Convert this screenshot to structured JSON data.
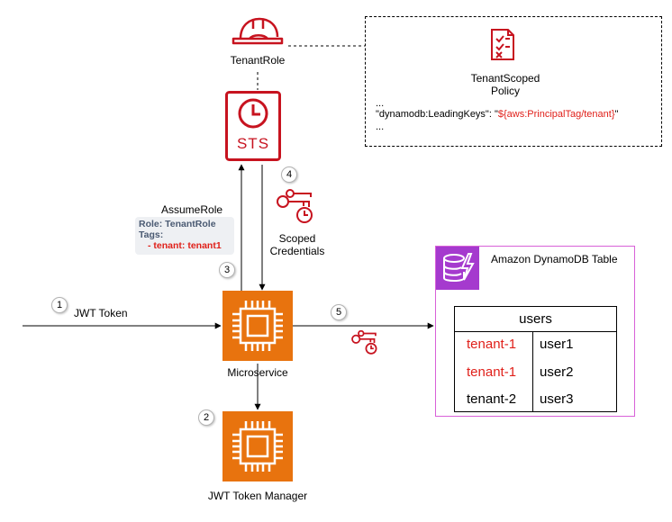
{
  "tenant_role": {
    "label": "TenantRole",
    "color": "#c7131f"
  },
  "policy": {
    "title_line1": "TenantScoped",
    "title_line2": "Policy",
    "ellipsis_top": "...",
    "key_text": "\"dynamodb:LeadingKeys\": \"",
    "value_text": "${aws:PrincipalTag/tenant}",
    "closing_quote": "\"",
    "ellipsis_bottom": "..."
  },
  "sts": {
    "label": "STS",
    "color": "#c7131f"
  },
  "assume_role": {
    "label": "AssumeRole",
    "role_line": "Role: TenantRole",
    "tags_line": "Tags:",
    "tenant_line": "- tenant: tenant1"
  },
  "scoped_credentials": {
    "line1": "Scoped",
    "line2": "Credentials"
  },
  "jwt_token": {
    "label": "JWT Token"
  },
  "microservice": {
    "label": "Microservice",
    "color": "#e8730e"
  },
  "jwt_manager": {
    "label": "JWT Token Manager",
    "color": "#e8730e"
  },
  "dynamodb": {
    "label": "Amazon DynamoDB Table",
    "icon_color": "#a53ace",
    "border_color": "#d861d8"
  },
  "steps": [
    "1",
    "2",
    "3",
    "4",
    "5"
  ],
  "users_table": {
    "title": "users",
    "rows": [
      {
        "tenant": "tenant-1",
        "user": "user1",
        "tenant_highlight": true
      },
      {
        "tenant": "tenant-1",
        "user": "user2",
        "tenant_highlight": true
      },
      {
        "tenant": "tenant-2",
        "user": "user3",
        "tenant_highlight": false
      }
    ]
  }
}
